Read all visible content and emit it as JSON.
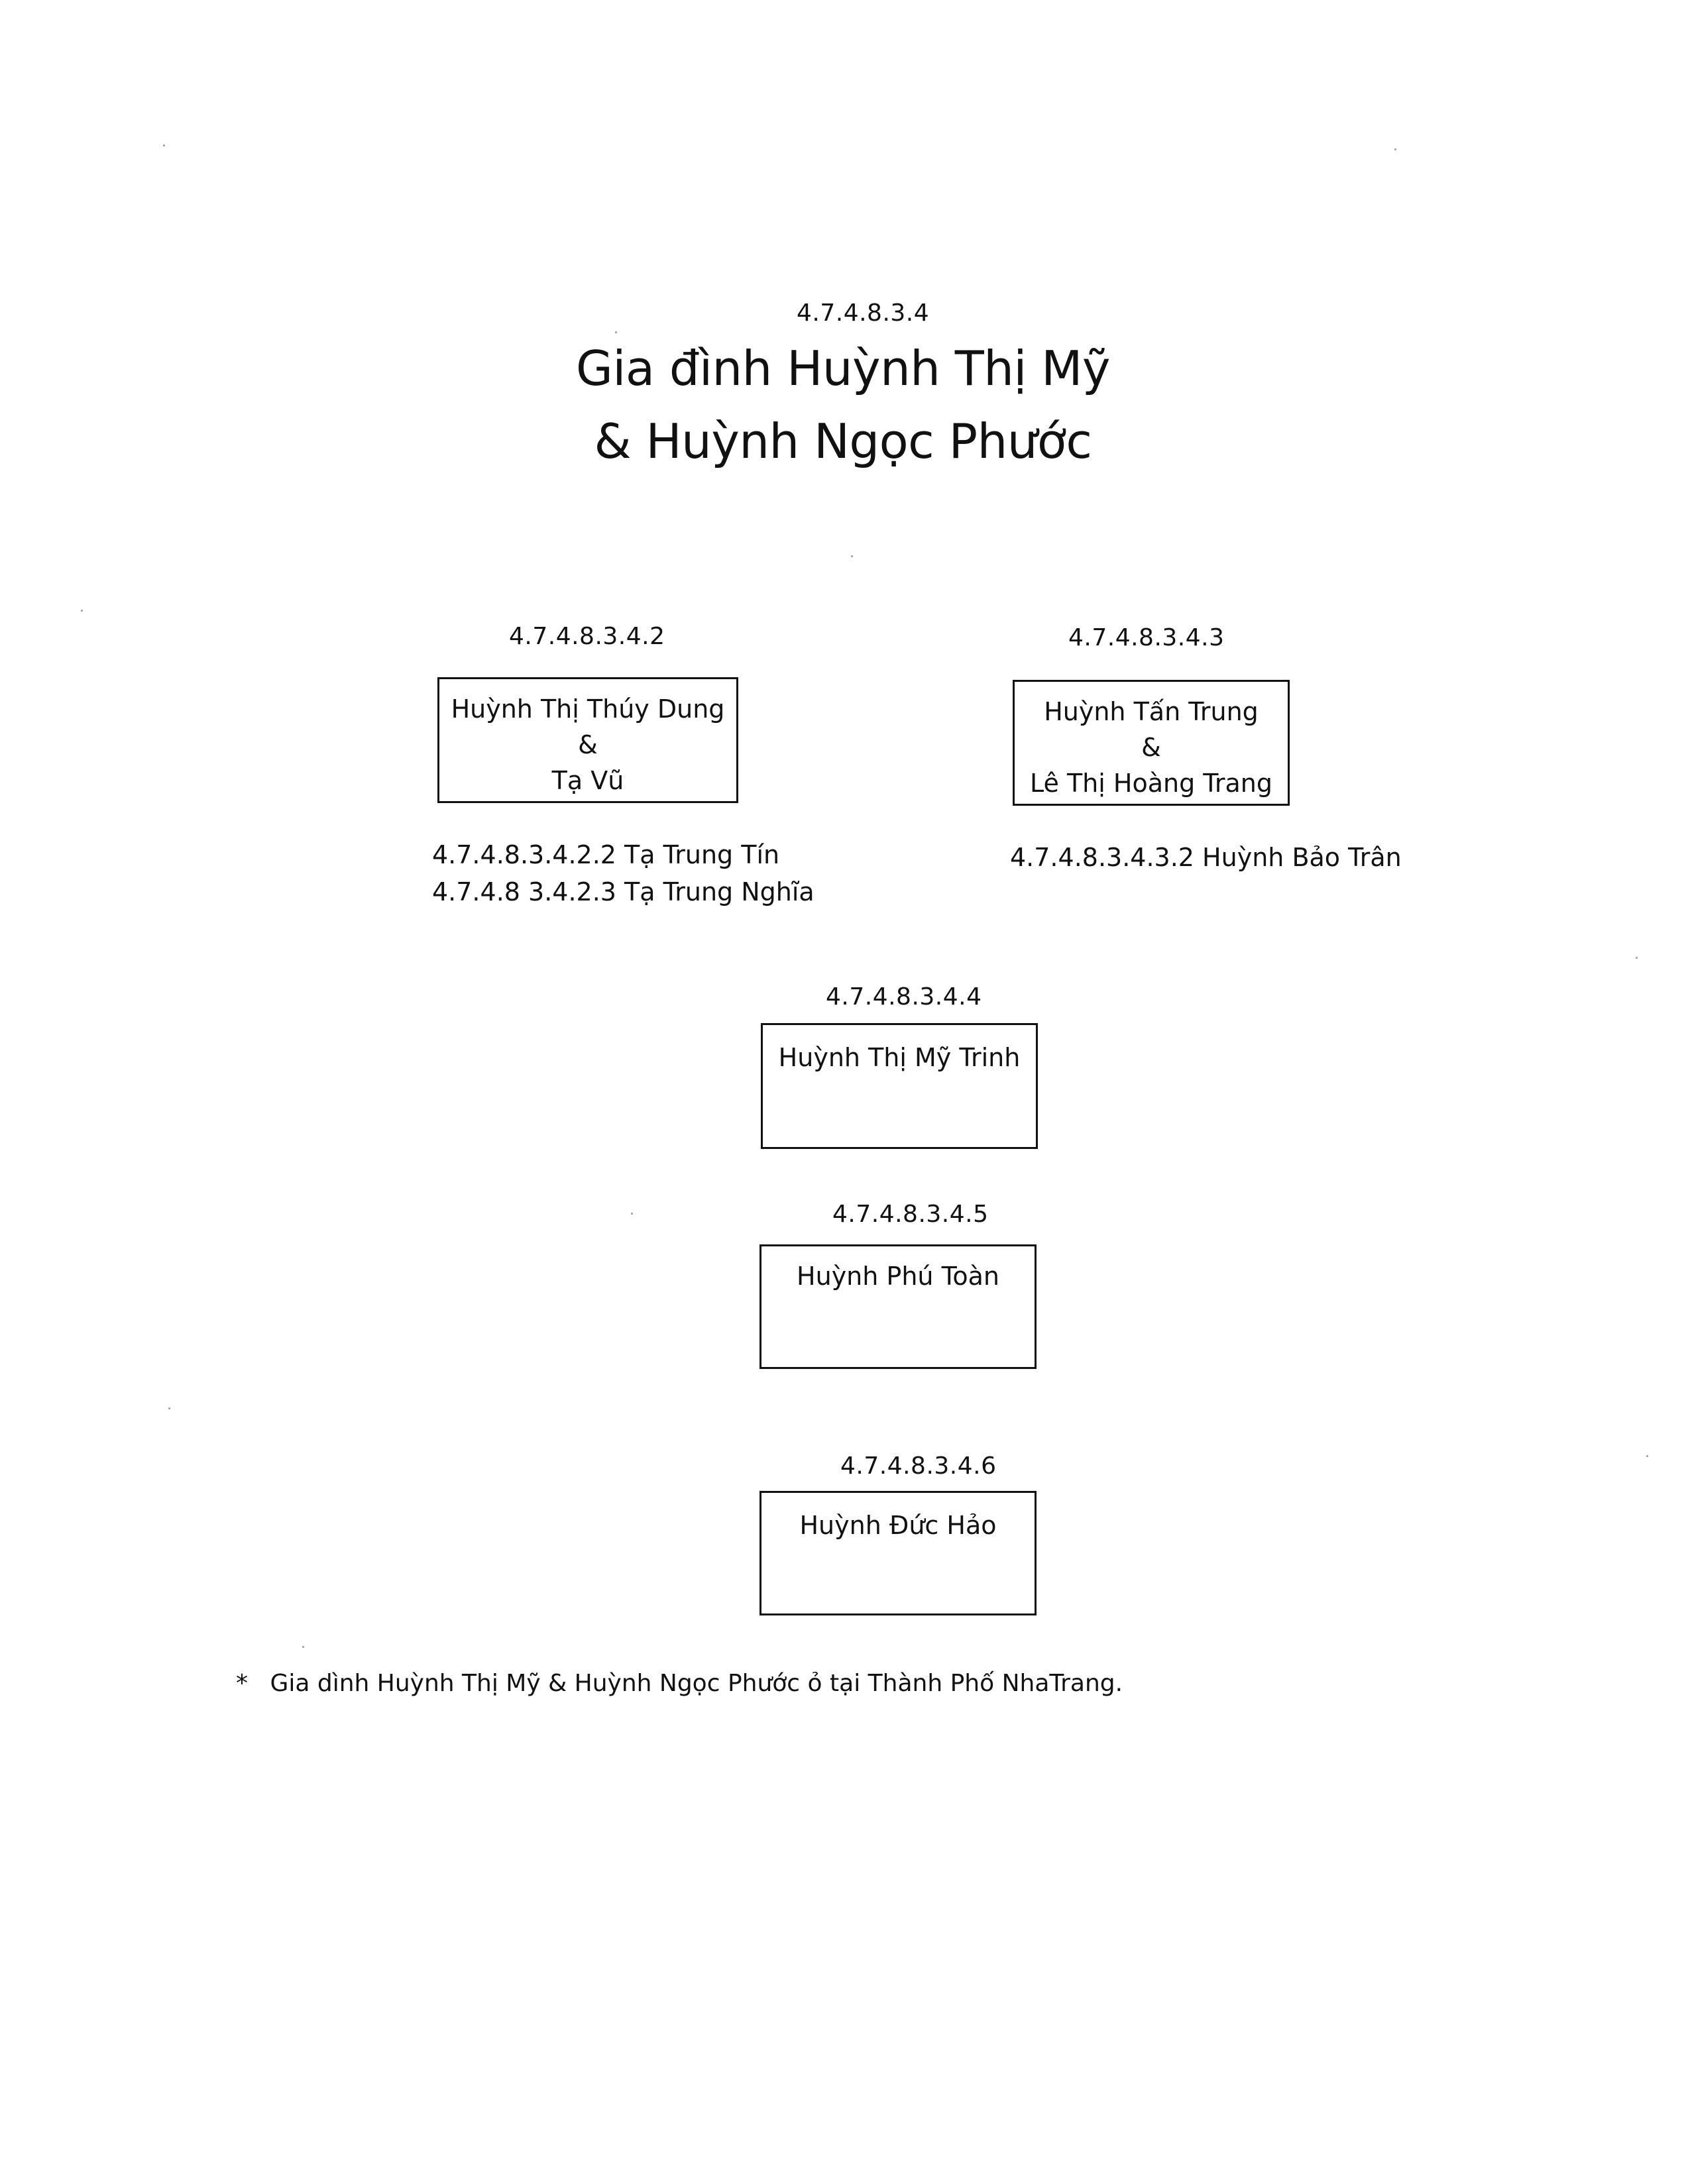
{
  "header": {
    "code": "4.7.4.8.3.4",
    "title_line1": "Gia đình Huỳnh Thị Mỹ",
    "title_line2": "& Huỳnh Ngọc Phước"
  },
  "members": [
    {
      "code": "4.7.4.8.3.4.2",
      "lines": [
        "Huỳnh Thị Thúy Dung",
        "&",
        "Tạ Vũ"
      ],
      "children": [
        "4.7.4.8.3.4.2.2 Tạ Trung Tín",
        "4.7.4.8 3.4.2.3 Tạ Trung Nghĩa"
      ]
    },
    {
      "code": "4.7.4.8.3.4.3",
      "lines": [
        "Huỳnh Tấn Trung",
        "&",
        "Lê Thị Hoàng Trang"
      ],
      "children": [
        "4.7.4.8.3.4.3.2 Huỳnh Bảo Trân"
      ]
    },
    {
      "code": "4.7.4.8.3.4.4",
      "lines": [
        "Huỳnh Thị Mỹ Trinh"
      ]
    },
    {
      "code": "4.7.4.8.3.4.5",
      "lines": [
        "Huỳnh Phú Toàn"
      ]
    },
    {
      "code": "4.7.4.8.3.4.6",
      "lines": [
        "Huỳnh Đức Hảo"
      ]
    }
  ],
  "footnote": {
    "marker": "*",
    "text": "Gia dình Huỳnh Thị Mỹ & Huỳnh Ngọc Phước ỏ tại Thành Phố NhaTrang."
  }
}
